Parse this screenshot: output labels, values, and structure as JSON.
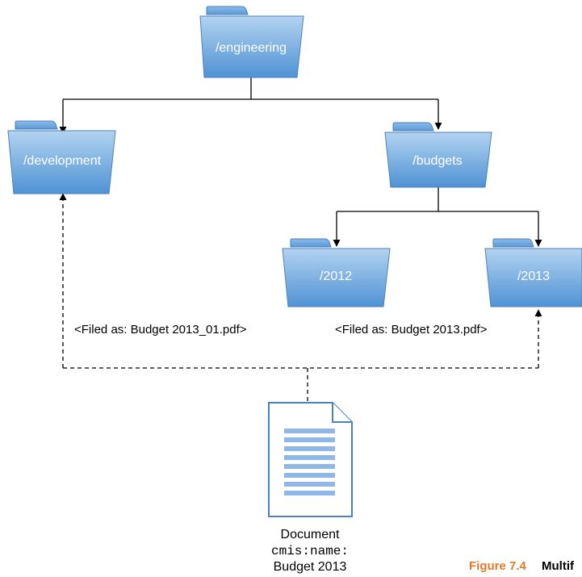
{
  "folders": {
    "engineering": "/engineering",
    "development": "/development",
    "budgets": "/budgets",
    "y2012": "/2012",
    "y2013": "/2013"
  },
  "filings": {
    "left": "<Filed as: Budget 2013_01.pdf>",
    "right": "<Filed as: Budget 2013.pdf>"
  },
  "document": {
    "type": "Document",
    "property": "cmis:name:",
    "value": "Budget 2013"
  },
  "caption": {
    "number": "Figure 7.4",
    "text": "Multif"
  },
  "colors": {
    "folder_top": "#a9cdee",
    "folder_bottom": "#5a9ad8",
    "folder_tab": "#6ea6df",
    "doc_lines": "#8fb8e8",
    "caption_accent": "#e07a2a"
  }
}
